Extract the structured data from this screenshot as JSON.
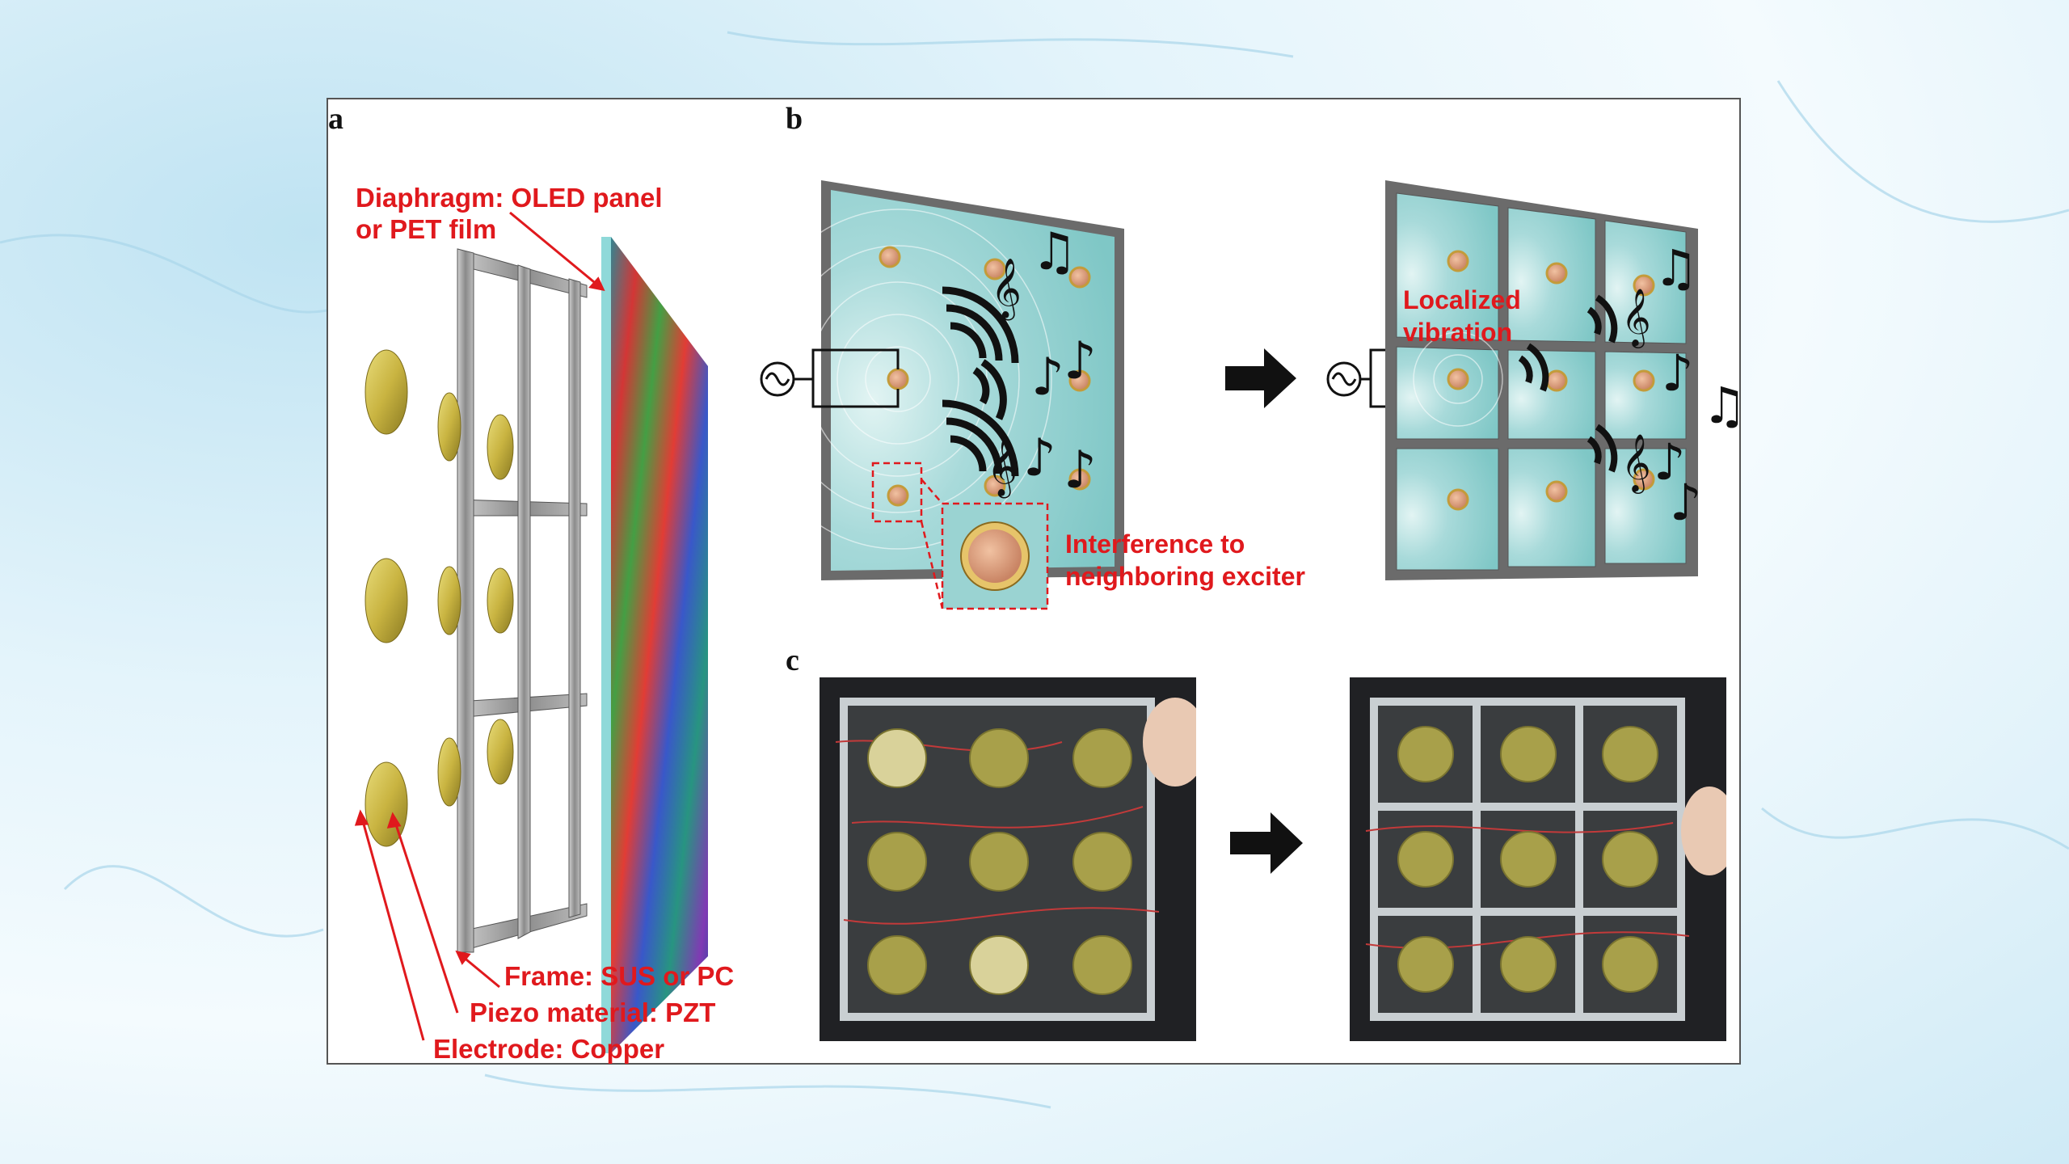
{
  "panels": {
    "a": {
      "letter": "a",
      "diaphragm_label_line1": "Diaphragm: OLED panel",
      "diaphragm_label_line2": "or PET film",
      "frame_label": "Frame: SUS or PC",
      "piezo_label": "Piezo material: PZT",
      "electrode_label": "Electrode: Copper"
    },
    "b": {
      "letter": "b",
      "interference_line1": "Interference to",
      "interference_line2": "neighboring exciter",
      "localized_line1": "Localized",
      "localized_line2": "vibration"
    },
    "c": {
      "letter": "c"
    }
  },
  "icons": {
    "source": "ac-source-icon",
    "arrow": "right-arrow-icon",
    "sound": "sound-wave-icon",
    "music": "music-note-icon"
  },
  "colors": {
    "label_red": "#e0191d",
    "panel_teal": "#8fd0d0",
    "frame_gray": "#6b6b6b",
    "disk_gold": "#c9b441"
  }
}
